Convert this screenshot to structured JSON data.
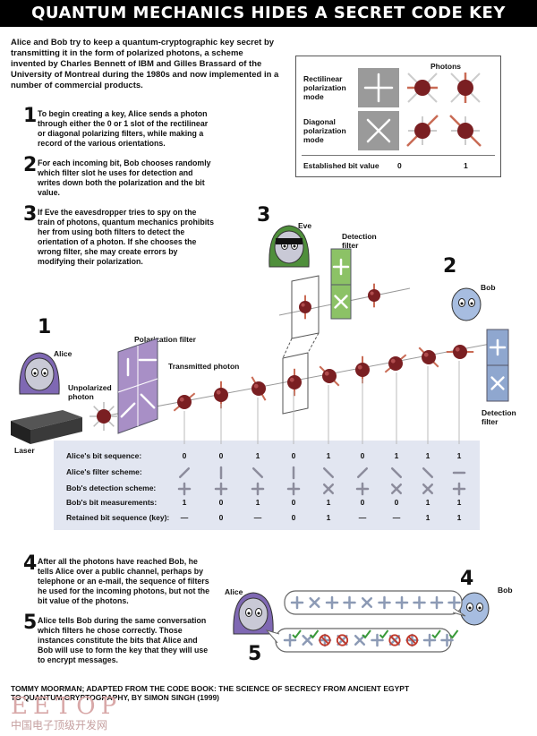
{
  "title": "QUANTUM MECHANICS HIDES A SECRET CODE KEY",
  "intro": "Alice and Bob try to keep a quantum-cryptographic key secret by transmitting it in the form of polarized photons, a scheme invented by Charles Bennett of IBM and Gilles Brassard of the University of Montreal during the 1980s and now implemented in a number of commercial products.",
  "steps": [
    {
      "num": "1",
      "text": "To begin creating a key, Alice sends a photon through either the 0 or 1 slot of the rectilinear or diagonal polarizing filters, while making a record of the various orientations."
    },
    {
      "num": "2",
      "text": "For each incoming bit, Bob chooses randomly which filter slot he uses for detection and writes down both the polarization and the bit value."
    },
    {
      "num": "3",
      "text": "If Eve the eavesdropper tries to spy on the train of photons, quantum mechanics prohibits her from using both filters to detect the orientation of a photon. If she chooses the wrong filter, she may create errors by modifying their polarization."
    }
  ],
  "steps_bottom": [
    {
      "num": "4",
      "text": "After all the photons have reached Bob, he tells Alice over a public channel, perhaps by telephone or an e-mail, the sequence of filters he used for the incoming photons, but not the bit value of the photons."
    },
    {
      "num": "5",
      "text": "Alice tells Bob during the same conversation which filters he chose correctly. Those instances constitute the bits that Alice and Bob will use to form the key that they will use to encrypt messages."
    }
  ],
  "legend": {
    "photons_label": "Photons",
    "rectilinear": "Rectilinear polarization mode",
    "diagonal": "Diagonal polarization mode",
    "established": "Established bit value",
    "bit0": "0",
    "bit1": "1"
  },
  "diagram_labels": {
    "alice": "Alice",
    "bob": "Bob",
    "eve": "Eve",
    "laser": "Laser",
    "unpolarized": "Unpolarized photon",
    "polarization_filter": "Polarization filter",
    "transmitted": "Transmitted photon",
    "detection_filter": "Detection filter",
    "num1": "1",
    "num2": "2",
    "num3": "3",
    "num4": "4",
    "num5": "5"
  },
  "table": {
    "rows": [
      {
        "label": "Alice's bit sequence:",
        "values": [
          "0",
          "0",
          "1",
          "0",
          "1",
          "0",
          "1",
          "1",
          "1"
        ]
      },
      {
        "label": "Alice's filter scheme:",
        "symbols": [
          "diag-left",
          "vertical",
          "diag-right",
          "vertical",
          "diag-right",
          "diag-left",
          "diag-right",
          "diag-right",
          "horizontal"
        ]
      },
      {
        "label": "Bob's detection scheme:",
        "symbols": [
          "plus",
          "plus",
          "plus",
          "plus",
          "cross",
          "plus",
          "cross",
          "cross",
          "plus"
        ]
      },
      {
        "label": "Bob's bit measurements:",
        "values": [
          "1",
          "0",
          "1",
          "0",
          "1",
          "0",
          "0",
          "1",
          "1"
        ]
      },
      {
        "label": "Retained bit sequence (key):",
        "values": [
          "—",
          "0",
          "—",
          "0",
          "1",
          "—",
          "—",
          "1",
          "1"
        ]
      }
    ]
  },
  "message_bob": [
    "plus",
    "cross",
    "plus",
    "plus",
    "cross",
    "plus",
    "plus",
    "plus",
    "plus",
    "plus"
  ],
  "message_alice": [
    "plus-check",
    "cross-check",
    "plus-no",
    "cross-no",
    "cross-check",
    "plus-check",
    "cross-no",
    "plus-no",
    "plus-check",
    "plus-check"
  ],
  "credit_line1": "TOMMY MOORMAN; ADAPTED FROM THE CODE BOOK: THE SCIENCE OF SECRECY FROM ANCIENT EGYPT",
  "credit_line2": "TO QUANTUM CRYPTOGRAPHY, BY SIMON SINGH (1999)",
  "watermark": "EETOP",
  "watermark_sub": "中国电子顶级开发网",
  "colors": {
    "photon": "#7a1f22",
    "filter_purple": "#a88fc6",
    "filter_blue": "#8fa7cf",
    "filter_green": "#8cc266",
    "table_bg": "#e2e6f1"
  }
}
